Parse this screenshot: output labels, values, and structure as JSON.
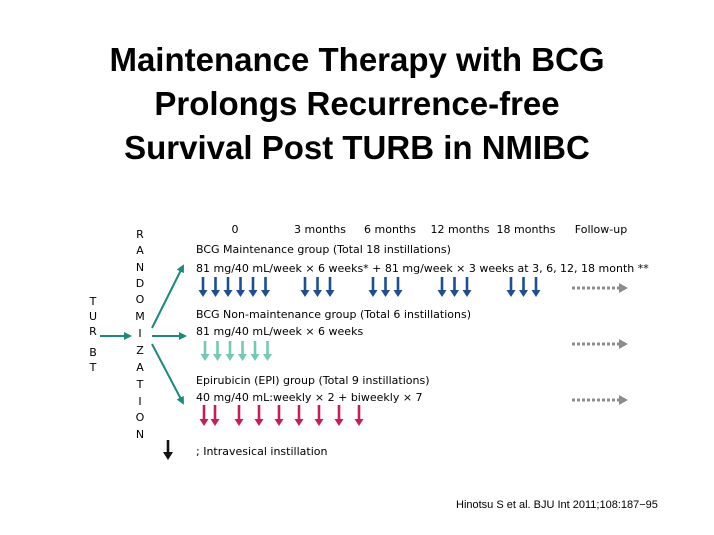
{
  "title": {
    "line1": "Maintenance Therapy with BCG",
    "line2": "Prolongs Recurrence-free",
    "line3": "Survival Post TURB in NMIBC"
  },
  "diagram": {
    "turbt_letters": [
      "T",
      "U",
      "R",
      "B",
      "T"
    ],
    "randomization_letters": [
      "R",
      "A",
      "N",
      "D",
      "O",
      "M",
      "I",
      "Z",
      "A",
      "T",
      "I",
      "O",
      "N"
    ],
    "timepoints": [
      "0",
      "3 months",
      "6 months",
      "12 months",
      "18 months",
      "Follow-up"
    ],
    "groups": [
      {
        "name": "BCG Maintenance group (Total 18 instillations)",
        "regimen": "81 mg/40 mL/week × 6 weeks* + 81 mg/week × 3 weeks at 3, 6, 12, 18 month **",
        "color": "#1e4f91",
        "instillation_clusters": [
          6,
          3,
          3,
          3,
          3
        ]
      },
      {
        "name": "BCG Non-maintenance group (Total 6 instillations)",
        "regimen": "81 mg/40 mL/week × 6 weeks",
        "color": "#73c9b4",
        "instillation_clusters": [
          6
        ]
      },
      {
        "name": "Epirubicin (EPI) group (Total 9 instillations)",
        "regimen": "40 mg/40 mL:weekly × 2 + biweekly × 7",
        "color": "#c41e5c",
        "instillation_clusters": [
          2,
          1,
          1,
          1,
          1,
          1,
          1,
          1
        ]
      }
    ],
    "legend": "; Intravesical instillation",
    "arrow_color": "#1a8a7a",
    "followup_color": "#8c8c8c"
  },
  "citation": "Hinotsu S et al. BJU Int 2011;108:187−95"
}
